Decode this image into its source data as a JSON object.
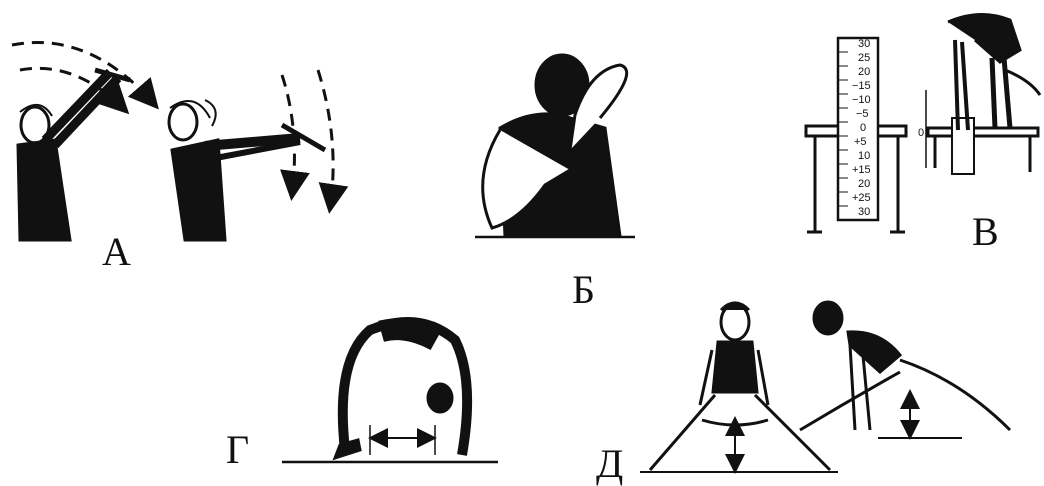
{
  "labels": {
    "a": "А",
    "b": "Б",
    "v": "В",
    "g": "Г",
    "d": "Д"
  },
  "ruler": {
    "ticks": [
      "30",
      "25",
      "20",
      "−15",
      "−10",
      "−5",
      "0",
      "+5",
      "10",
      "+15",
      "20",
      "+25",
      "30"
    ],
    "zero_mark": "0"
  }
}
